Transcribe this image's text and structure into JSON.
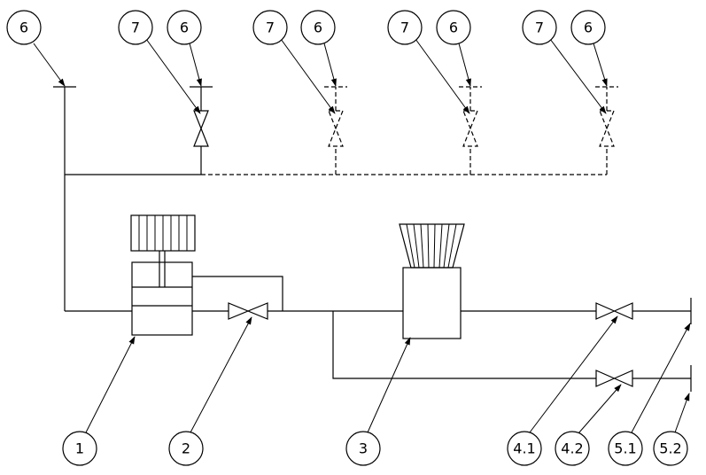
{
  "callouts": {
    "c1": "1",
    "c2": "2",
    "c3": "3",
    "c41": "4.1",
    "c42": "4.2",
    "c51": "5.1",
    "c52": "5.2",
    "c6": "6",
    "c7": "7"
  }
}
